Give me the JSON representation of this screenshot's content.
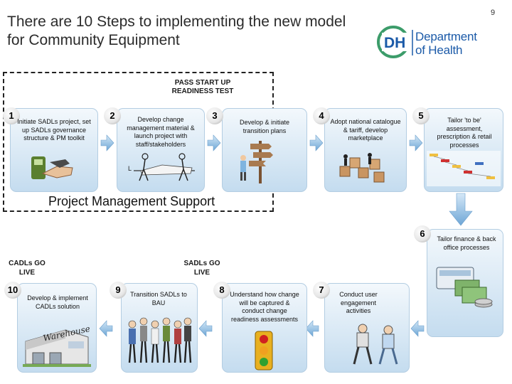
{
  "header": {
    "title": "There are 10 Steps to implementing the new model for Community Equipment",
    "page_number": "9"
  },
  "logo": {
    "initials": "DH",
    "line1": "Department",
    "line2": "of Health"
  },
  "milestones": {
    "pass_start": "PASS START UP READINESS TEST",
    "cadls": "CADLs GO LIVE",
    "sadls": "SADLs GO LIVE"
  },
  "project_management": "Project Management Support",
  "steps": [
    {
      "number": "1",
      "text": "Initiate SADLs project, set up SADLs governance structure & PM toolkit"
    },
    {
      "number": "2",
      "text": "Develop change management material & launch project with staff/stakeholders"
    },
    {
      "number": "3",
      "text": "Develop & initiate transition plans"
    },
    {
      "number": "4",
      "text": "Adopt national catalogue & tariff, develop marketplace"
    },
    {
      "number": "5",
      "text": "Tailor 'to be' assessment, prescription & retail processes"
    },
    {
      "number": "6",
      "text": "Tailor finance & back office processes"
    },
    {
      "number": "7",
      "text": "Conduct user engagement activities"
    },
    {
      "number": "8",
      "text": "Understand how change will be captured & conduct change readiness assessments"
    },
    {
      "number": "9",
      "text": "Transition SADLs to BAU"
    },
    {
      "number": "10",
      "text": "Develop & implement CADLs solution"
    }
  ],
  "warehouse_label": "Warehouse",
  "colors": {
    "box_light": "#f3f8fc",
    "box_dark": "#c4dcef",
    "arrow": "#7fb0dc",
    "dh_green": "#3c9c6a",
    "dh_blue": "#1b5aa8"
  }
}
